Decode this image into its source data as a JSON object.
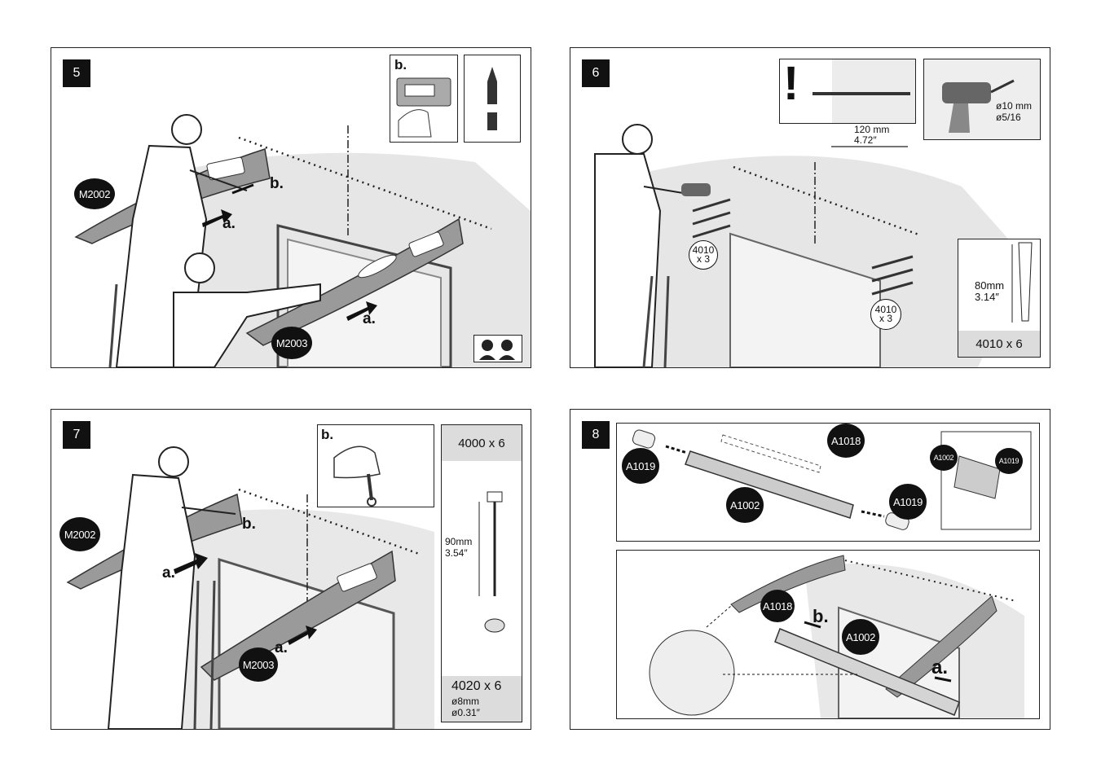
{
  "steps": [
    {
      "number": "5",
      "parts": {
        "left": "M2002",
        "right": "M2003"
      },
      "labels": {
        "a1": "a.",
        "a2": "a.",
        "b_scene": "b.",
        "b_inset": "b."
      },
      "icons": [
        "pencil-icon",
        "two-persons-icon"
      ]
    },
    {
      "number": "6",
      "warning": {
        "symbol": "!",
        "distance_mm": "120 mm",
        "distance_in": "4.72″"
      },
      "drill": {
        "mm": "ø10 mm",
        "in": "ø5/16"
      },
      "plugs": [
        {
          "code": "4010",
          "qty": "x 3"
        },
        {
          "code": "4010",
          "qty": "x 3"
        }
      ],
      "plug_spec": {
        "mm": "80mm",
        "in": "3.14″",
        "caption": "4010 x 6"
      }
    },
    {
      "number": "7",
      "parts": {
        "left": "M2002",
        "right": "M2003"
      },
      "labels": {
        "a1": "a.",
        "a2": "a.",
        "b_scene": "b.",
        "b_inset": "b."
      },
      "screw_spec": {
        "header": "4000 x 6",
        "mm": "90mm",
        "in": "3.54″",
        "footer": "4020 x 6",
        "d_mm": "ø8mm",
        "d_in": "ø0.31″"
      }
    },
    {
      "number": "8",
      "parts": {
        "tube": "A1002",
        "rod": "A1018",
        "cap_left": "A1019",
        "cap_right": "A1019",
        "inset_tube": "A1002",
        "inset_cap": "A1019",
        "scene_rod": "A1018",
        "scene_tube": "A1002"
      },
      "labels": {
        "a": "a.",
        "b": "b."
      }
    }
  ]
}
